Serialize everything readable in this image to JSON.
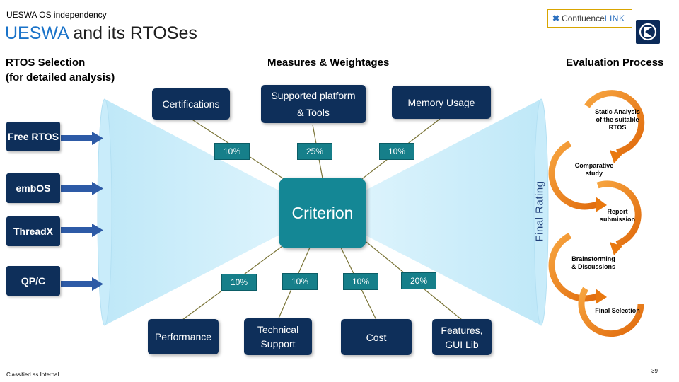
{
  "header": {
    "supertitle": "UESWA OS independency",
    "title_highlight": "UESWA",
    "title_rest": " and its RTOSes"
  },
  "logos": {
    "confluence_prefix": "Confluence",
    "confluence_suffix": "LINK",
    "confluence_mark": "✖",
    "electrolux": "electrolux-logo-icon"
  },
  "sections": {
    "rtos_heading_line1": "RTOS Selection",
    "rtos_heading_line2": "(for detailed analysis)",
    "measures_heading": "Measures & Weightages",
    "evaluation_heading": "Evaluation Process"
  },
  "rtos_list": [
    "Free RTOS",
    "embOS",
    "ThreadX",
    "QP/C"
  ],
  "criterion": "Criterion",
  "final_rating": "Final Rating",
  "measures_top": [
    {
      "line1": "Certifications",
      "line2": "",
      "weight": "10%"
    },
    {
      "line1": "Supported platform",
      "line2": "& Tools",
      "weight": "25%"
    },
    {
      "line1": "Memory Usage",
      "line2": "",
      "weight": "10%"
    }
  ],
  "measures_bottom": [
    {
      "line1": "Performance",
      "line2": "",
      "weight": "10%"
    },
    {
      "line1": "Technical",
      "line2": "Support",
      "weight": "10%"
    },
    {
      "line1": "Cost",
      "line2": "",
      "weight": "10%"
    },
    {
      "line1": "Features,",
      "line2": "GUI Lib",
      "weight": "20%"
    }
  ],
  "evaluation_steps": [
    {
      "line1": "Static Analysis",
      "line2": "of the suitable",
      "line3": "RTOS"
    },
    {
      "line1": "Comparative",
      "line2": "study",
      "line3": ""
    },
    {
      "line1": "Report",
      "line2": "submission",
      "line3": ""
    },
    {
      "line1": "Brainstorming",
      "line2": "& Discussions",
      "line3": ""
    },
    {
      "line1": "Final Selection",
      "line2": "",
      "line3": ""
    }
  ],
  "colors": {
    "navy": "#0e2f5a",
    "teal": "#148795",
    "cone": "#cdeefb",
    "orange": "#f28a1c",
    "title_blue": "#1a73c9"
  },
  "footer": {
    "classification": "Classified as Internal",
    "page_number": "39"
  }
}
